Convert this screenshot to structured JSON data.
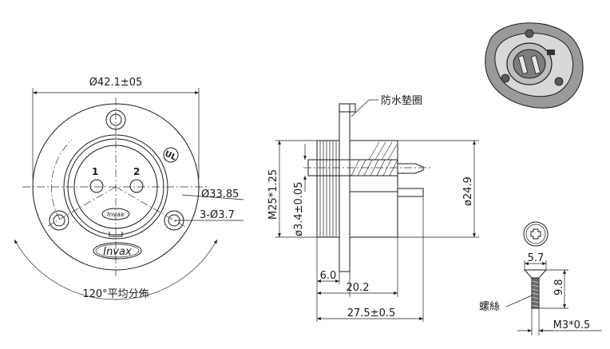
{
  "front_view": {
    "dia_outer": "Ø42.1±05",
    "dia_pcd": "Ø33.85",
    "holes": "3-Ø3.7",
    "pin_1": "1",
    "pin_2": "2",
    "brand_small": "Invax",
    "brand_large": "Invax",
    "ul_mark": "UL",
    "angle_note": "120°平均分佈"
  },
  "side_view": {
    "gasket_label": "防水墊圈",
    "thread": "M25*1.25",
    "pin_dia": "ø3.4±0.05",
    "body_dia": "ø24.9",
    "len_a": "6.0",
    "len_b": "20.2",
    "len_total": "27.5±0.5"
  },
  "screw": {
    "head_dia": "5.7",
    "length": "9.8",
    "thread": "M3*0.5",
    "label": "螺絲"
  }
}
